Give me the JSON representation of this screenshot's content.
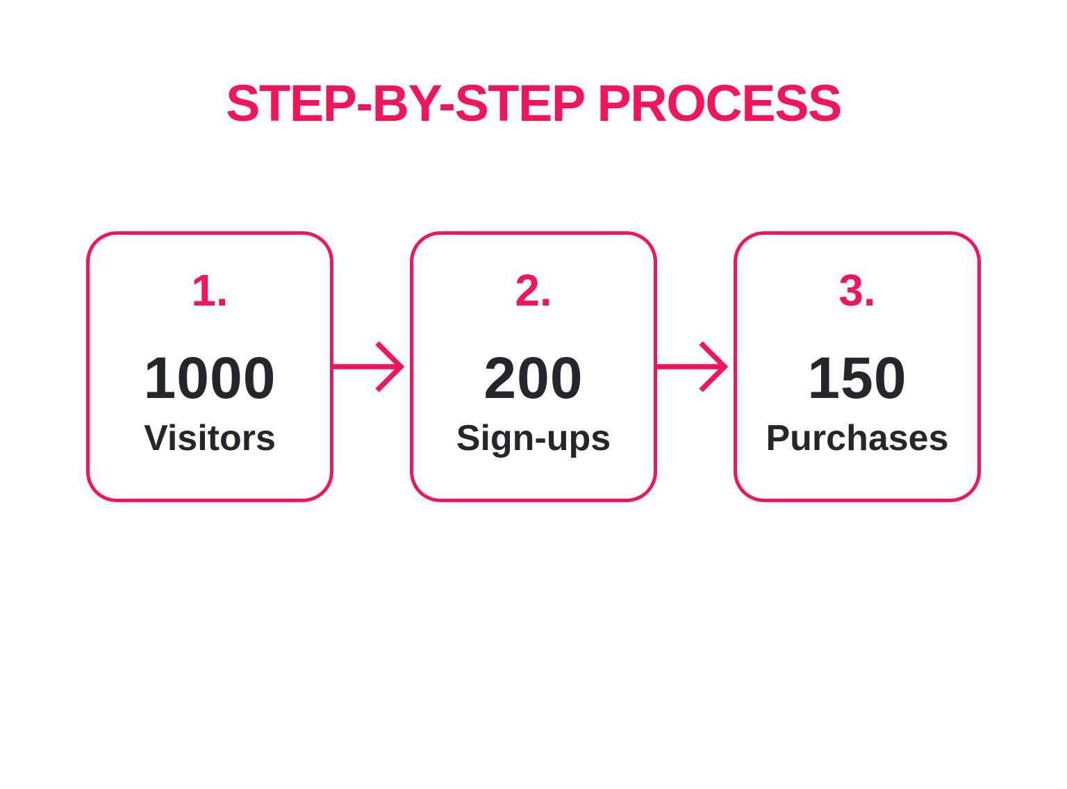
{
  "title": "STEP-BY-STEP PROCESS",
  "colors": {
    "accent": "#F3155B",
    "text": "#23262B",
    "background": "#FFFFFF"
  },
  "steps": [
    {
      "number": "1.",
      "value": "1000",
      "label": "Visitors"
    },
    {
      "number": "2.",
      "value": "200",
      "label": "Sign-ups"
    },
    {
      "number": "3.",
      "value": "150",
      "label": "Purchases"
    }
  ]
}
